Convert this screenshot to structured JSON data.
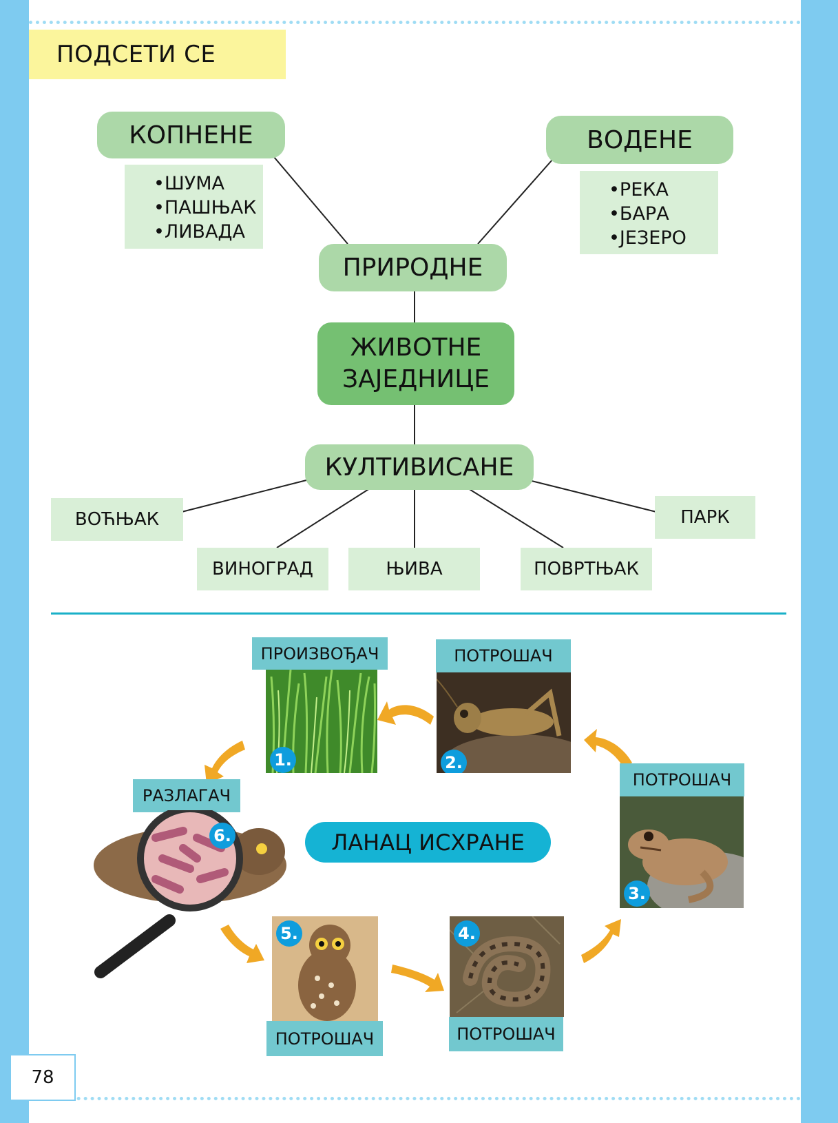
{
  "banner": {
    "title": "ПОДСЕТИ СЕ"
  },
  "mindmap": {
    "center": {
      "line1": "ЖИВОТНЕ",
      "line2": "ЗАЈЕДНИЦЕ"
    },
    "natural": "ПРИРОДНЕ",
    "land": {
      "title": "КОПНЕНЕ",
      "items": [
        "•ШУМА",
        "•ПАШЊАК",
        "•ЛИВАДА"
      ]
    },
    "water": {
      "title": "ВОДЕНЕ",
      "items": [
        "•РЕКА",
        "•БАРА",
        "•ЈЕЗЕРО"
      ]
    },
    "cultivated": {
      "title": "КУЛТИВИСАНЕ",
      "items": [
        "ВОЋЊАК",
        "ВИНОГРАД",
        "ЊИВА",
        "ПОВРТЊАК",
        "ПАРК"
      ]
    }
  },
  "food_chain": {
    "title": "ЛАНАЦ ИСХРАНЕ",
    "steps": [
      {
        "number": "1.",
        "role": "ПРОИЗВОЂАЧ"
      },
      {
        "number": "2.",
        "role": "ПОТРОШАЧ"
      },
      {
        "number": "3.",
        "role": "ПОТРОШАЧ"
      },
      {
        "number": "4.",
        "role": "ПОТРОШАЧ"
      },
      {
        "number": "5.",
        "role": "ПОТРОШАЧ"
      },
      {
        "number": "6.",
        "role": "РАЗЛАГАЧ"
      }
    ]
  },
  "page_number": "78",
  "colors": {
    "pill": "#acd8a8",
    "center": "#75c072",
    "box": "#d9efd7",
    "label": "#72c8cf",
    "accent": "#15b3d4",
    "arrow": "#f0a825"
  }
}
